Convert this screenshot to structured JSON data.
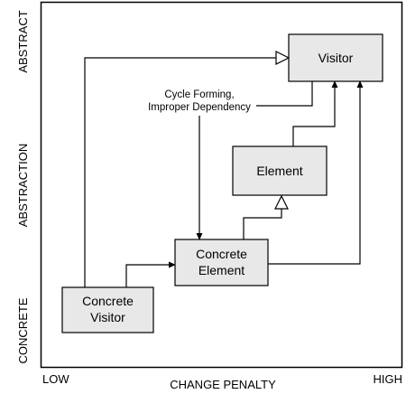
{
  "axes": {
    "y_top": "ABSTRACT",
    "y_middle": "ABSTRACTION",
    "y_bottom": "CONCRETE",
    "x_left": "LOW",
    "x_middle": "CHANGE PENALTY",
    "x_right": "HIGH"
  },
  "boxes": {
    "visitor": "Visitor",
    "element": "Element",
    "concrete_element": [
      "Concrete",
      "Element"
    ],
    "concrete_visitor": [
      "Concrete",
      "Visitor"
    ]
  },
  "annotation": [
    "Cycle Forming,",
    "Improper Dependency"
  ]
}
